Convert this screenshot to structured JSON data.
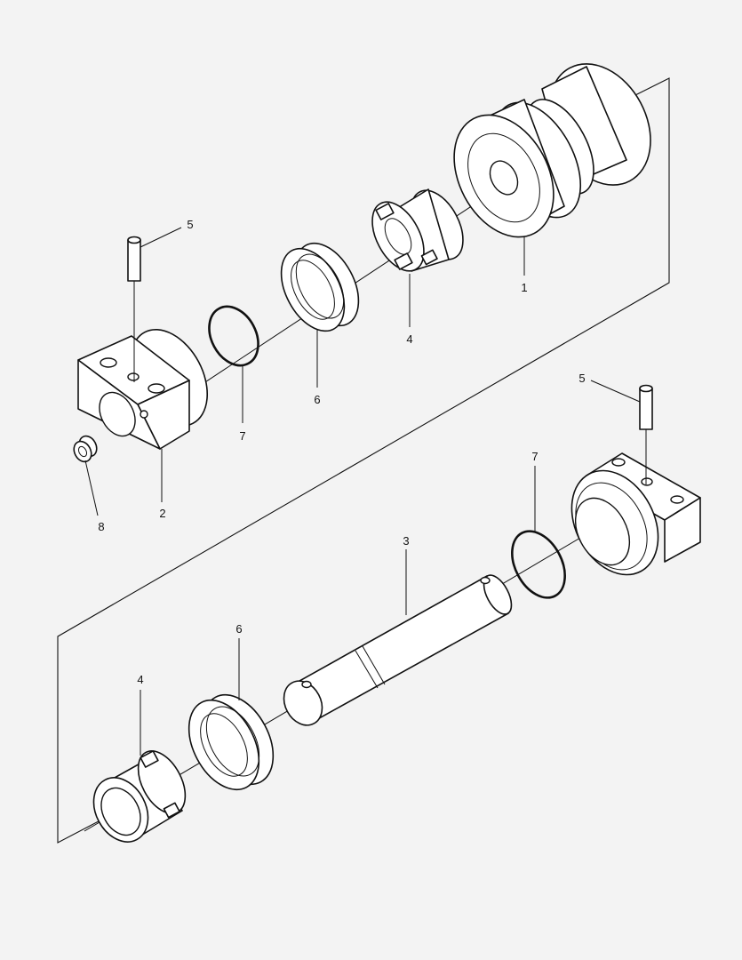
{
  "callouts": {
    "c1": "1",
    "c2": "2",
    "c3": "3",
    "c4_top": "4",
    "c4_bottom": "4",
    "c5_top": "5",
    "c5_bottom": "5",
    "c6_top": "6",
    "c6_bottom": "6",
    "c7_top": "7",
    "c7_bottom": "7",
    "c8": "8"
  },
  "colors": {
    "background": "#f3f3f3",
    "line": "#111111",
    "fill": "#ffffff"
  }
}
